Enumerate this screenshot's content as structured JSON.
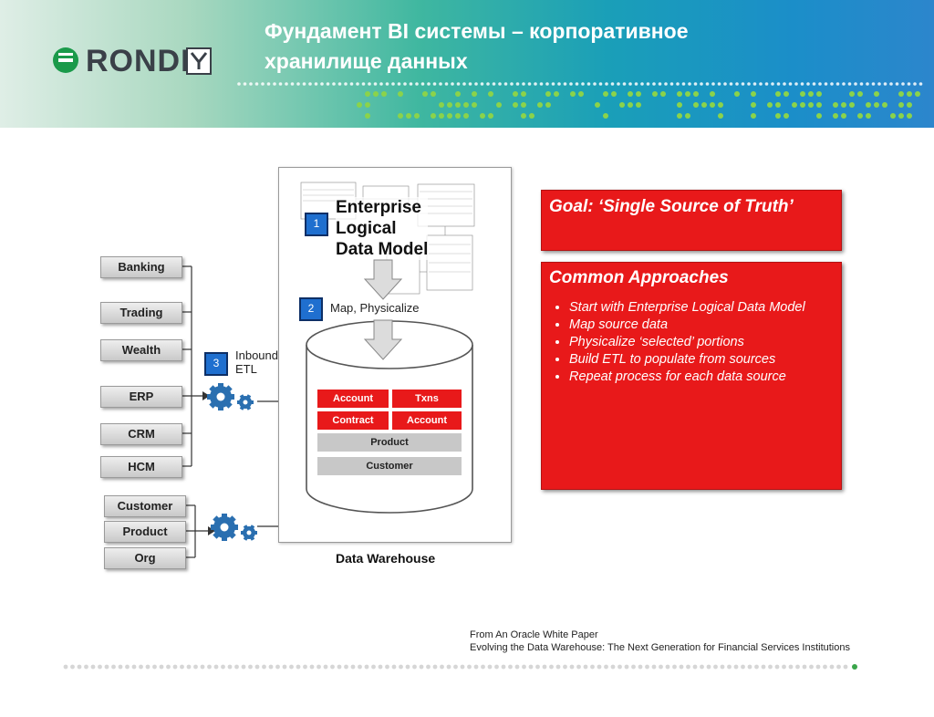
{
  "header": {
    "logo_text": "RONDI",
    "title_line1": "Фундамент BI системы – корпоративное",
    "title_line2": "хранилище данных"
  },
  "diagram": {
    "sources_group1": [
      "Banking",
      "Trading",
      "Wealth",
      "ERP",
      "CRM",
      "HCM"
    ],
    "sources_group2": [
      "Customer",
      "Product",
      "Org"
    ],
    "steps": [
      {
        "number": "1",
        "label_lines": [
          "Enterprise",
          "Logical",
          "Data Model"
        ]
      },
      {
        "number": "2",
        "label": "Map, Physicalize"
      },
      {
        "number": "3",
        "label_lines": [
          "Inbound",
          "ETL"
        ]
      }
    ],
    "warehouse_tables": {
      "row1": [
        "Account",
        "Txns"
      ],
      "row2": [
        "Contract",
        "Account"
      ],
      "row3": "Product",
      "row4": "Customer"
    },
    "warehouse_label": "Data Warehouse"
  },
  "goal_panel": {
    "title": "Goal: ‘Single Source of Truth’"
  },
  "approaches_panel": {
    "title": "Common Approaches",
    "items": [
      "Start with Enterprise Logical Data Model",
      "Map source data",
      "Physicalize ‘selected’ portions",
      "Build ETL to populate from sources",
      "Repeat process for each data source"
    ]
  },
  "source_note": {
    "line1": "From An Oracle White Paper",
    "line2": "Evolving the Data Warehouse: The Next Generation for Financial Services Institutions"
  },
  "colors": {
    "accent_red": "#e8191a",
    "step_blue": "#1f6fcf",
    "logo_green": "#1a9a4a"
  }
}
